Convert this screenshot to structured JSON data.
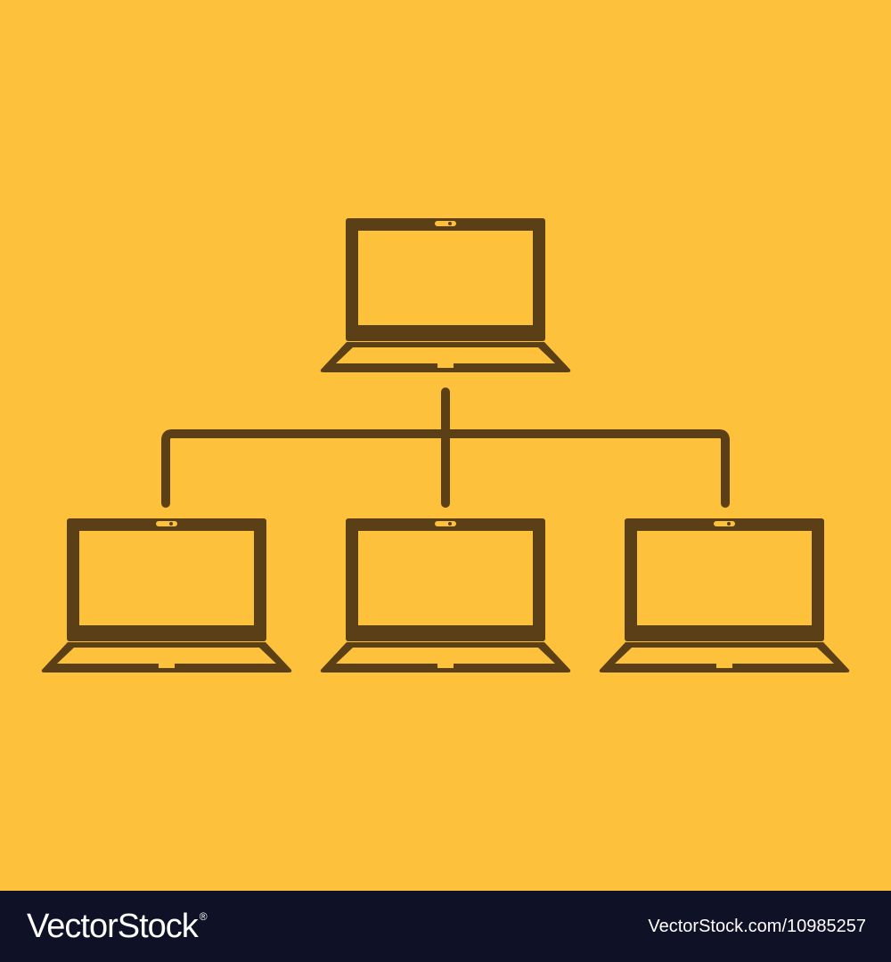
{
  "colors": {
    "background": "#fdc13b",
    "icon": "#5b3f16",
    "footer": "#0f1226",
    "footer_text": "#ffffff"
  },
  "diagram": {
    "icon": "computer-network-icon",
    "nodes": [
      {
        "id": "top",
        "icon": "laptop-icon"
      },
      {
        "id": "left",
        "icon": "laptop-icon"
      },
      {
        "id": "center",
        "icon": "laptop-icon"
      },
      {
        "id": "right",
        "icon": "laptop-icon"
      }
    ],
    "edges": [
      {
        "from": "top",
        "to": "left"
      },
      {
        "from": "top",
        "to": "center"
      },
      {
        "from": "top",
        "to": "right"
      }
    ]
  },
  "footer": {
    "brand": "VectorStock",
    "brand_mark": "®",
    "image_ref": "VectorStock.com/10985257"
  }
}
